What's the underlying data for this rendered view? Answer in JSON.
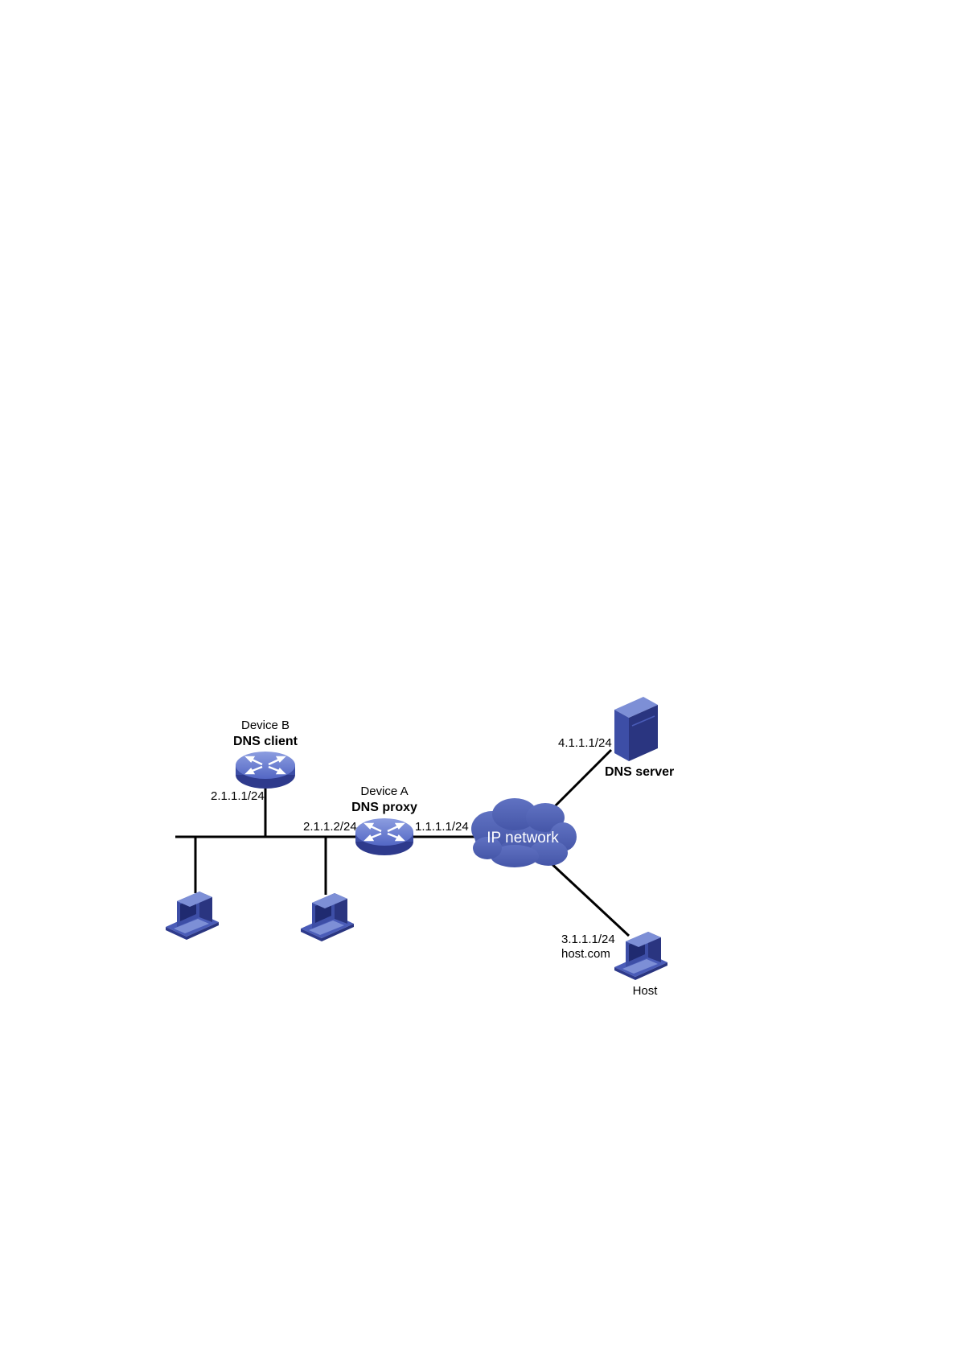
{
  "colors": {
    "device_blue": "#4a5cb8",
    "device_dark": "#2e3a8c",
    "device_light": "#7d8fd6",
    "cloud": "#4f62b3",
    "line": "#000000"
  },
  "nodes": {
    "device_b": {
      "name": "Device B",
      "role": "DNS client",
      "icon": "router-icon"
    },
    "device_a": {
      "name": "Device A",
      "role": "DNS proxy",
      "icon": "router-icon"
    },
    "dns_server": {
      "role": "DNS server",
      "icon": "server-icon"
    },
    "host": {
      "name": "Host",
      "icon": "desktop-computer-icon"
    },
    "pc_left": {
      "icon": "desktop-computer-icon"
    },
    "pc_middle": {
      "icon": "desktop-computer-icon"
    },
    "ip_network": {
      "label": "IP network",
      "icon": "cloud-icon"
    }
  },
  "interfaces": {
    "device_b_if": "2.1.1.1/24",
    "device_a_lan_if": "2.1.1.2/24",
    "device_a_wan_if": "1.1.1.1/24",
    "dns_server_if": "4.1.1.1/24",
    "host_if": "3.1.1.1/24",
    "host_domain": "host.com"
  }
}
